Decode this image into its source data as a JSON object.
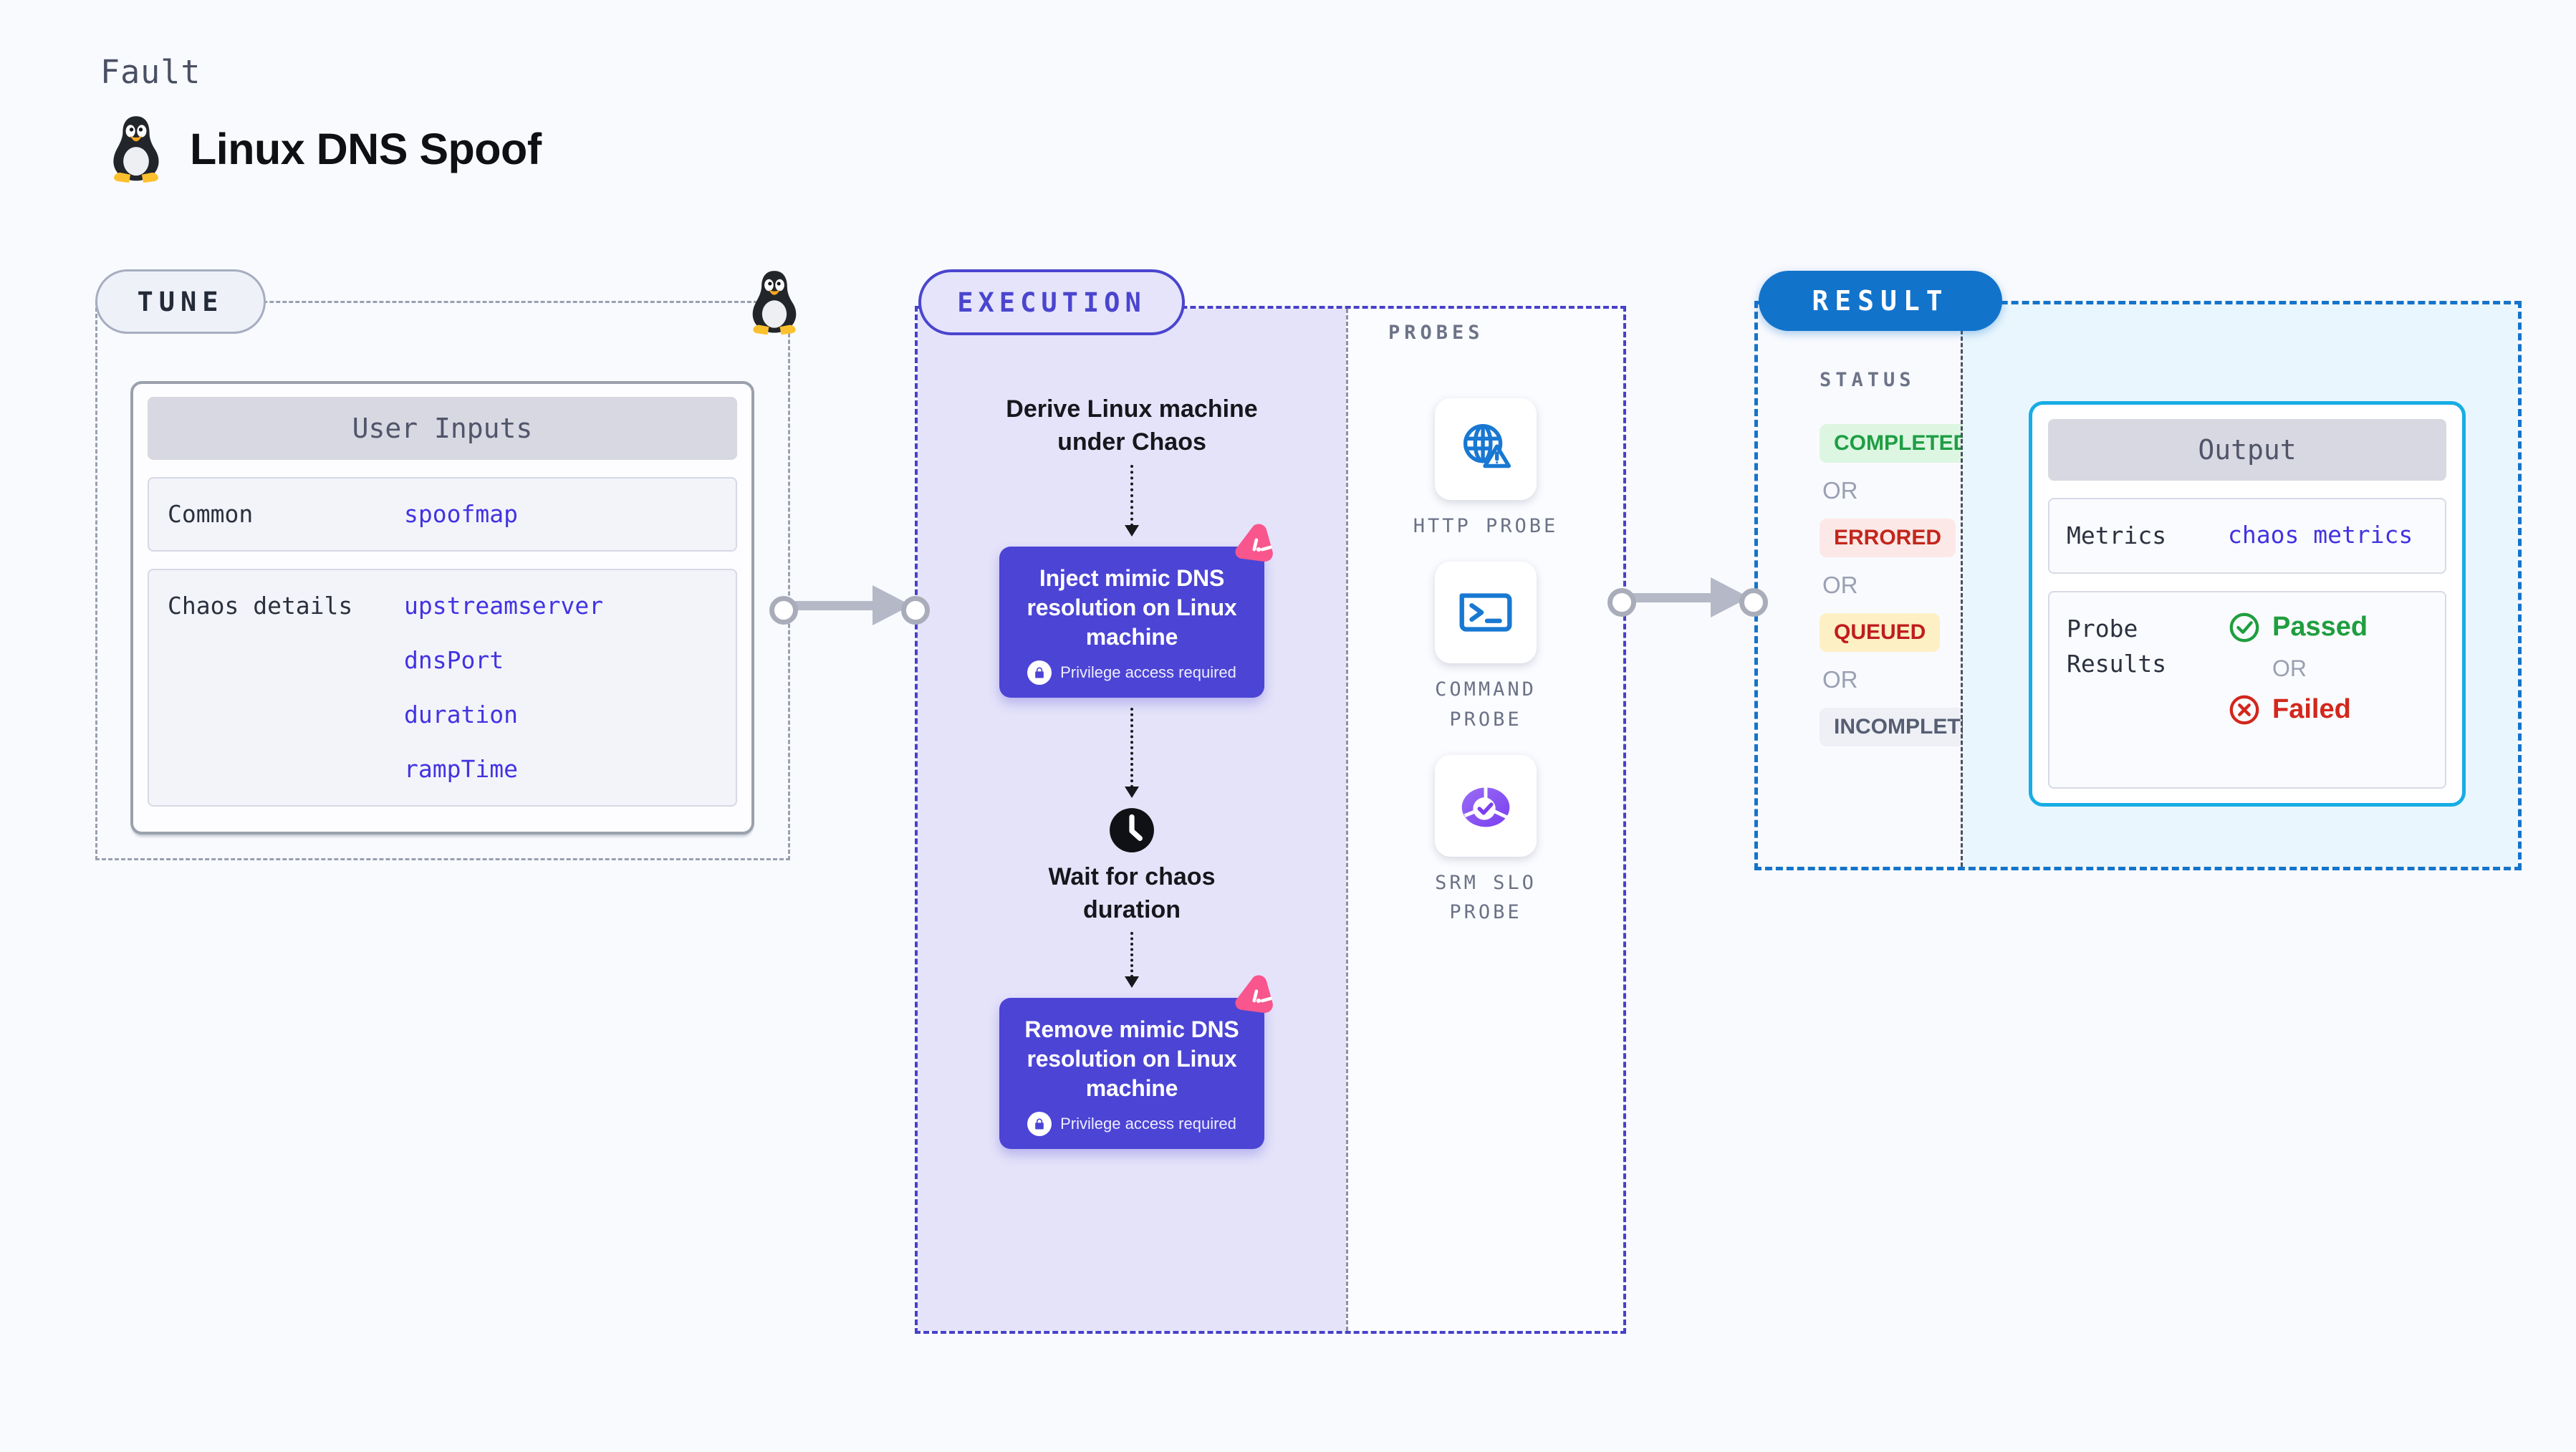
{
  "page": {
    "kicker": "Fault",
    "title": "Linux DNS Spoof",
    "fault_icon": "tux-penguin-icon"
  },
  "tune": {
    "badge": "TUNE",
    "corner_icon": "tux-penguin-icon",
    "card": {
      "header": "User Inputs",
      "rows": [
        {
          "label": "Common",
          "values": [
            "spoofmap"
          ]
        },
        {
          "label": "Chaos details",
          "values": [
            "upstreamserver",
            "dnsPort",
            "duration",
            "rampTime"
          ]
        }
      ]
    }
  },
  "execution": {
    "badge": "EXECUTION",
    "steps": {
      "derive": "Derive Linux machine under Chaos",
      "inject": "Inject mimic DNS resolution on Linux machine",
      "wait": "Wait for chaos duration",
      "remove": "Remove mimic DNS resolution on Linux machine",
      "privilege_note": "Privilege access required"
    },
    "probes": {
      "label": "PROBES",
      "items": [
        {
          "name": "HTTP PROBE",
          "icon": "globe-alert-icon"
        },
        {
          "name": "COMMAND PROBE",
          "icon": "terminal-icon"
        },
        {
          "name": "SRM SLO PROBE",
          "icon": "pie-check-icon"
        }
      ]
    }
  },
  "result": {
    "badge": "RESULT",
    "status": {
      "label": "STATUS",
      "separator": "OR",
      "items": [
        {
          "text": "COMPLETED",
          "tone": "success"
        },
        {
          "text": "ERRORED",
          "tone": "error"
        },
        {
          "text": "QUEUED",
          "tone": "warning"
        },
        {
          "text": "INCOMPLETED",
          "tone": "neutral"
        }
      ]
    },
    "output": {
      "header": "Output",
      "metrics_label": "Metrics",
      "metrics_value": "chaos metrics",
      "probe_results_label": "Probe Results",
      "passed_label": "Passed",
      "failed_label": "Failed",
      "separator": "OR"
    }
  },
  "colors": {
    "indigo": "#4c44d5",
    "pink": "#f8568d",
    "result_blue": "#1273cb",
    "cyan_border": "#17ade4",
    "value_blue": "#4233e2",
    "success_green": "#1f9e3e",
    "failed_red": "#d3271d",
    "lavender": "#e5e3f9",
    "cyan_bg": "#e9f6fd",
    "arrow_gray": "#b5b8c6"
  }
}
